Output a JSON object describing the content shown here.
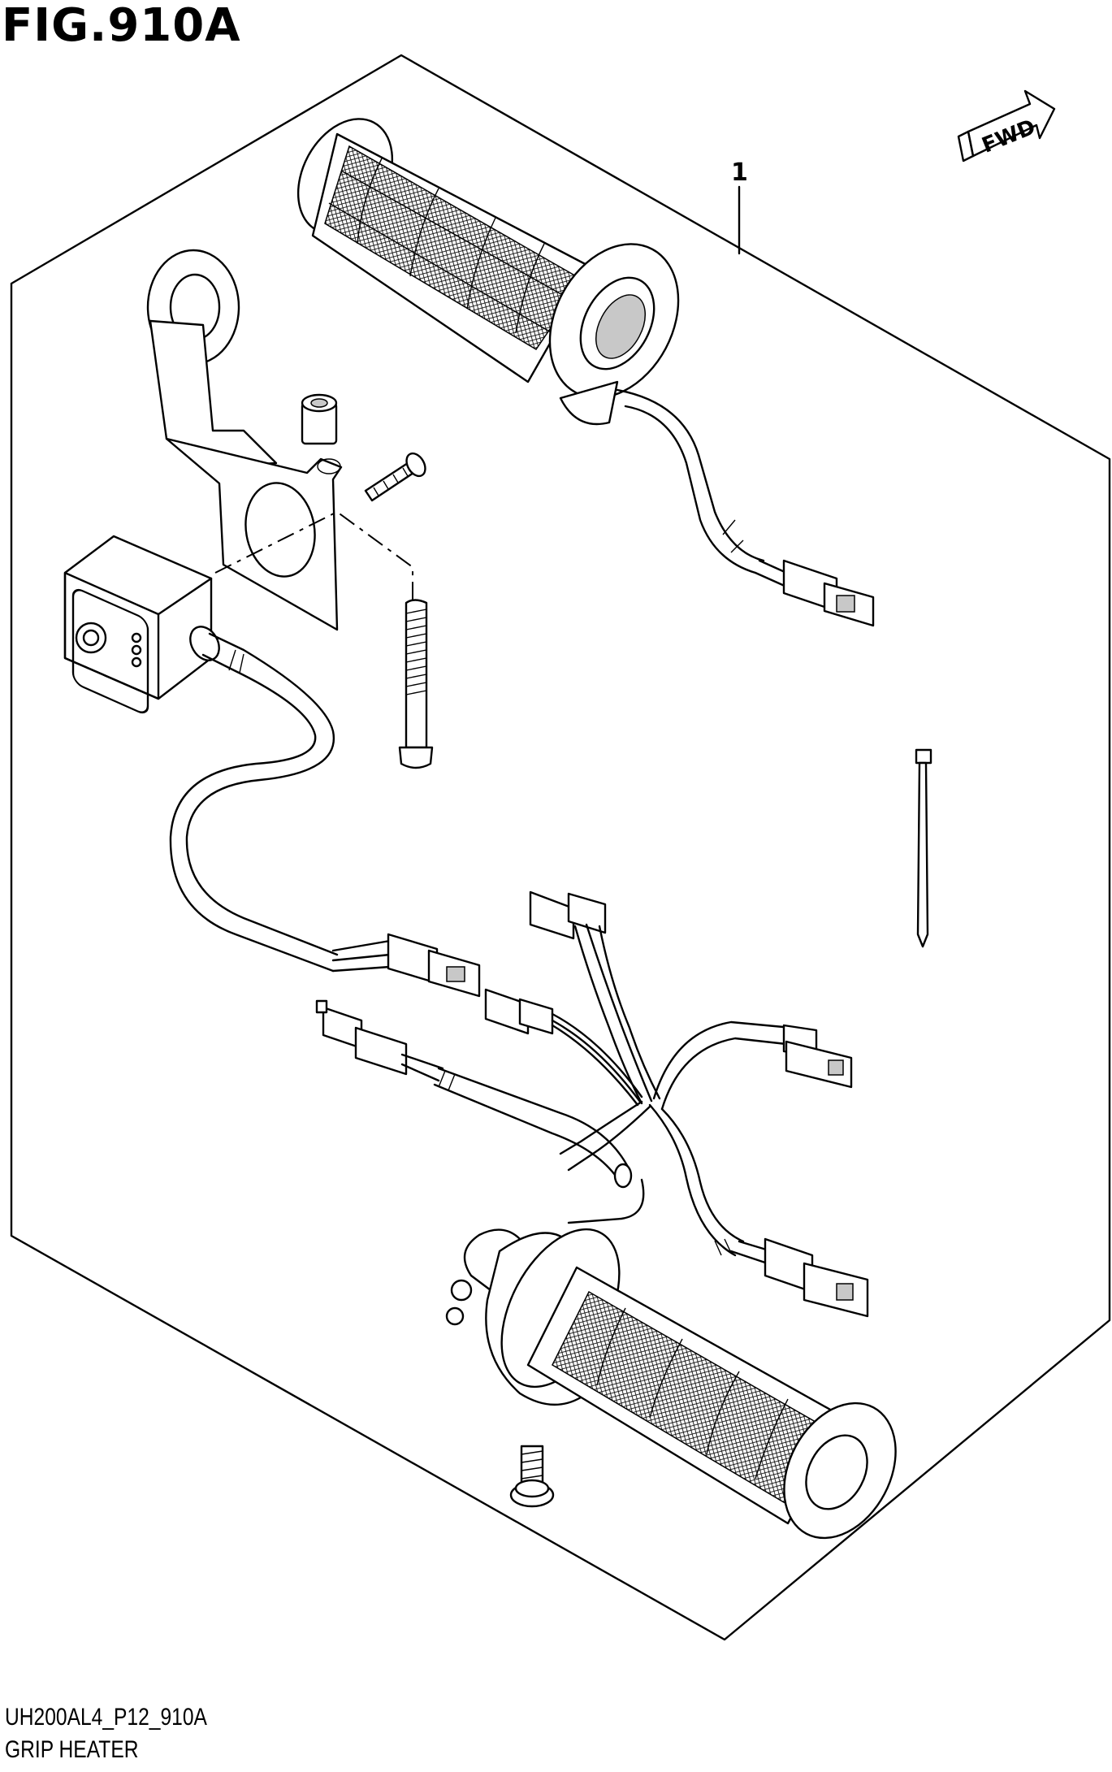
{
  "figure": {
    "title": "FIG.910A",
    "callout_label": "1",
    "direction_label": "FWD",
    "code": "UH200AL4_P12_910A",
    "name": "GRIP HEATER"
  }
}
